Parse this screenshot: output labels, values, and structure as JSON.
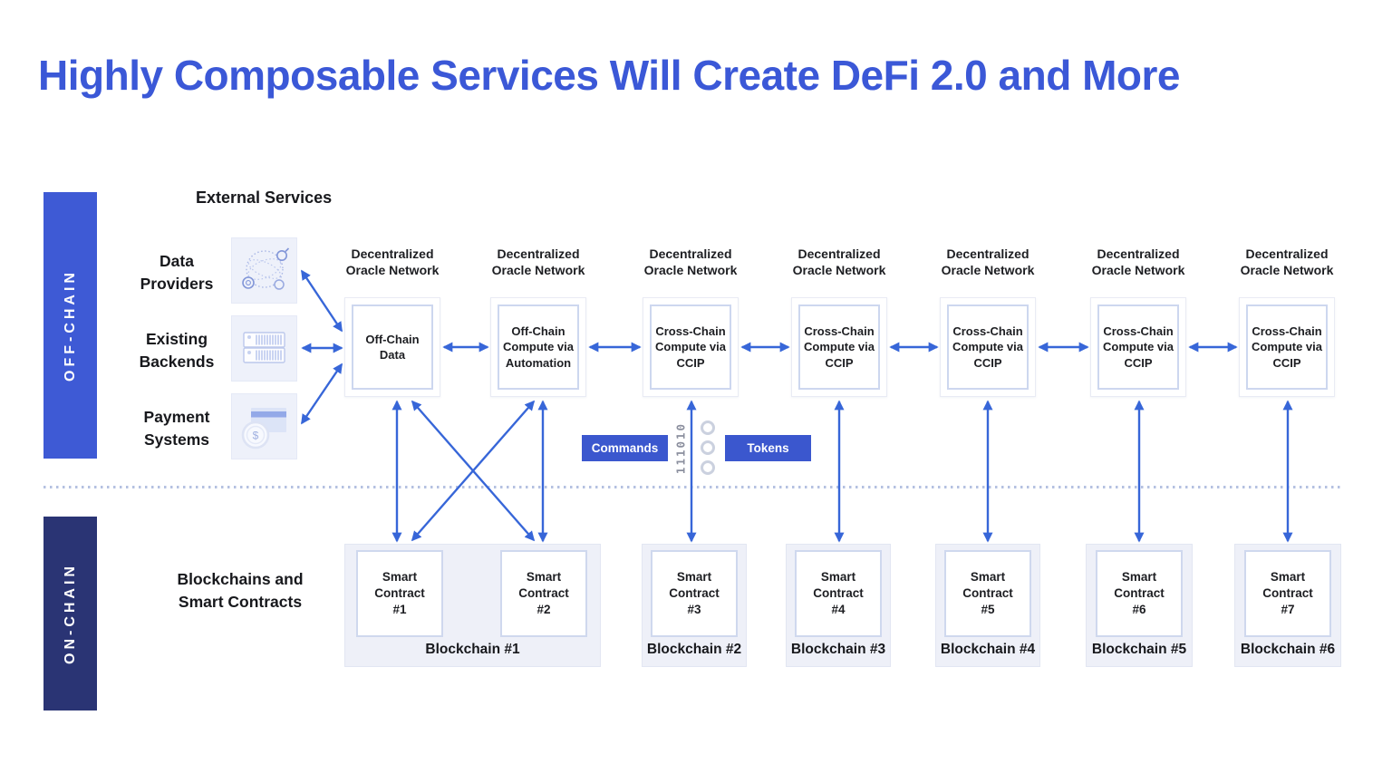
{
  "title": "Highly Composable Services Will Create DeFi 2.0 and More",
  "lanes": {
    "off_chain": "OFF-CHAIN",
    "on_chain": "ON-CHAIN"
  },
  "external": {
    "heading": "External Services",
    "items": [
      {
        "label": "Data\nProviders",
        "icon": "data-providers-icon"
      },
      {
        "label": "Existing\nBackends",
        "icon": "server-backend-icon"
      },
      {
        "label": "Payment\nSystems",
        "icon": "payment-card-icon"
      }
    ]
  },
  "oracle_columns": [
    {
      "network_label": "Decentralized\nOracle Network",
      "service": "Off-Chain\nData"
    },
    {
      "network_label": "Decentralized\nOracle Network",
      "service": "Off-Chain\nCompute via\nAutomation"
    },
    {
      "network_label": "Decentralized\nOracle Network",
      "service": "Cross-Chain\nCompute via\nCCIP"
    },
    {
      "network_label": "Decentralized\nOracle Network",
      "service": "Cross-Chain\nCompute via\nCCIP"
    },
    {
      "network_label": "Decentralized\nOracle Network",
      "service": "Cross-Chain\nCompute via\nCCIP"
    },
    {
      "network_label": "Decentralized\nOracle Network",
      "service": "Cross-Chain\nCompute via\nCCIP"
    },
    {
      "network_label": "Decentralized\nOracle Network",
      "service": "Cross-Chain\nCompute via\nCCIP"
    }
  ],
  "bridge": {
    "commands": "Commands",
    "tokens": "Tokens",
    "binary": "111010"
  },
  "onchain": {
    "heading": "Blockchains and\nSmart Contracts",
    "blockchains": [
      {
        "label": "Blockchain #1",
        "contracts": [
          "Smart\nContract\n#1",
          "Smart\nContract\n#2"
        ]
      },
      {
        "label": "Blockchain #2",
        "contracts": [
          "Smart\nContract\n#3"
        ]
      },
      {
        "label": "Blockchain #3",
        "contracts": [
          "Smart\nContract\n#4"
        ]
      },
      {
        "label": "Blockchain #4",
        "contracts": [
          "Smart\nContract\n#5"
        ]
      },
      {
        "label": "Blockchain #5",
        "contracts": [
          "Smart\nContract\n#6"
        ]
      },
      {
        "label": "Blockchain #6",
        "contracts": [
          "Smart\nContract\n#7"
        ]
      }
    ]
  },
  "colors": {
    "title_blue": "#3b58d7",
    "offchain_lane": "#3e5ad5",
    "onchain_lane": "#2a3474",
    "arrow_blue": "#3766d8",
    "badge_blue": "#3b57ce"
  }
}
